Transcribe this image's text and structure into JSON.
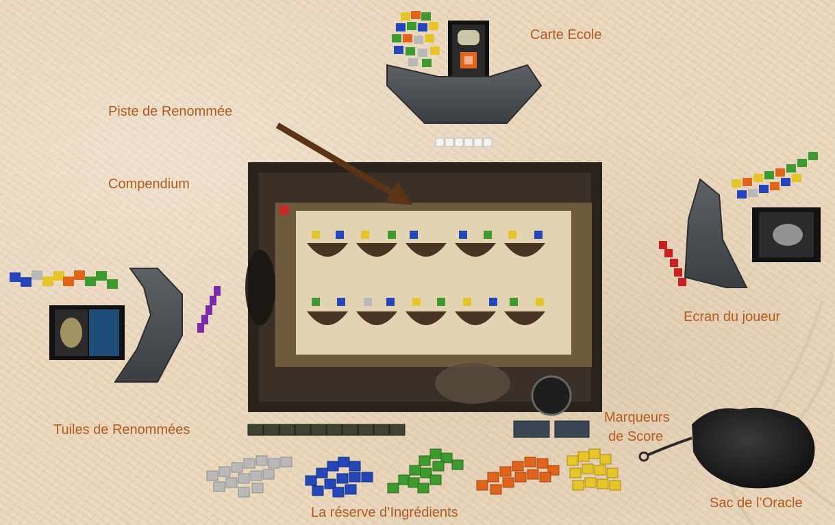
{
  "labels": {
    "carte_ecole": "Carte Ecole",
    "piste": "Piste de Renommée",
    "compendium": "Compendium",
    "ecran": "Ecran du joueur",
    "tuiles": "Tuiles de Renommées",
    "marqueurs_1": "Marqueurs",
    "marqueurs_2": "de Score",
    "sac": "Sac de l’Oracle",
    "reserve": "La réserve d’Ingrédients"
  },
  "colors": {
    "label": "#b05a1e",
    "arrow": "#5a3414",
    "ingredient_white": "#b9b9b9",
    "ingredient_blue": "#2446b8",
    "ingredient_green": "#3e9a2e",
    "ingredient_orange": "#e0641c",
    "ingredient_yellow": "#e6c52a",
    "ingredient_red": "#c8201e",
    "ingredient_purple": "#7a2aa8"
  }
}
